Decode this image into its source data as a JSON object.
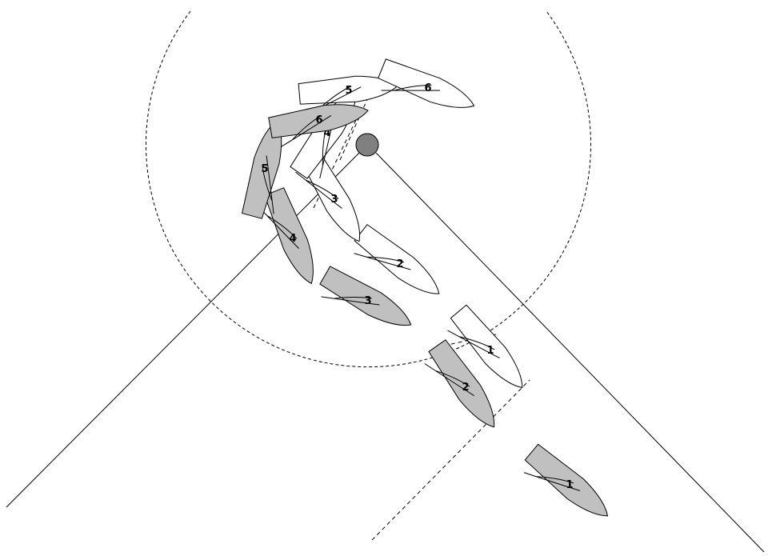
{
  "scene": {
    "colors": {
      "background": "#ffffff",
      "grey_boat": "#c0c0c0",
      "white_boat": "#ffffff",
      "mark": "#808080",
      "line": "#000000"
    },
    "grey_boats": [
      {
        "label": "1"
      },
      {
        "label": "2"
      },
      {
        "label": "3"
      },
      {
        "label": "4"
      },
      {
        "label": "5"
      },
      {
        "label": "6"
      }
    ],
    "white_boats": [
      {
        "label": "1"
      },
      {
        "label": "2"
      },
      {
        "label": "3"
      },
      {
        "label": "4"
      },
      {
        "label": "5"
      },
      {
        "label": "6"
      }
    ]
  }
}
